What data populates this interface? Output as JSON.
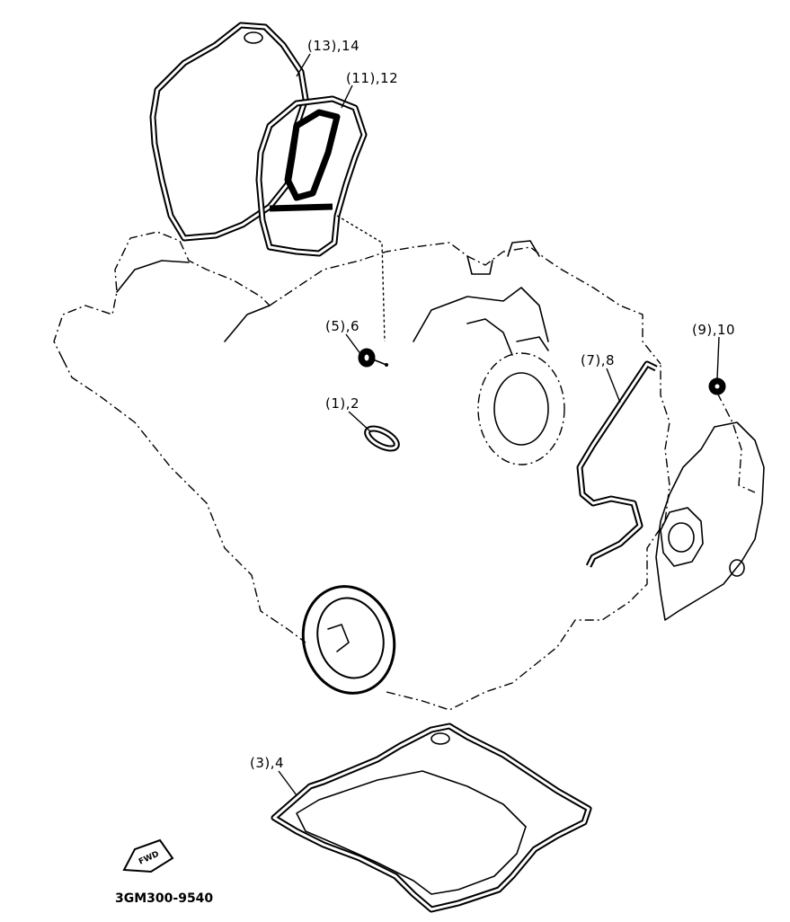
{
  "callouts": {
    "c13_14": "(13),14",
    "c11_12": "(11),12",
    "c5_6": "(5),6",
    "c1_2": "(1),2",
    "c7_8": "(7),8",
    "c9_10": "(9),10",
    "c3_4": "(3),4"
  },
  "arrow_text": "FWD",
  "diagram_code": "3GM300-9540"
}
